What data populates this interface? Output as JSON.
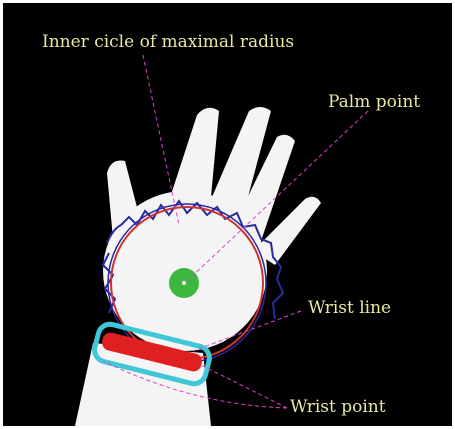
{
  "annotations": {
    "inner_circle": "Inner cicle of maximal radius",
    "palm_point": "Palm point",
    "wrist_line": "Wrist line",
    "wrist_point": "Wrist point"
  },
  "colors": {
    "background": "#000000",
    "hand": "#f4f4f4",
    "label": "#e8e8a0",
    "leader_line": "#e040c8",
    "circle": "#cc3333",
    "contour": "#2a2aa0",
    "palm_point": "#3cb840",
    "wrist_line": "#e02020",
    "wrist_point": "#40c8d8"
  },
  "icons": [
    "hand-silhouette",
    "inscribed-circle",
    "palm-point-dot",
    "wrist-line-bar"
  ]
}
